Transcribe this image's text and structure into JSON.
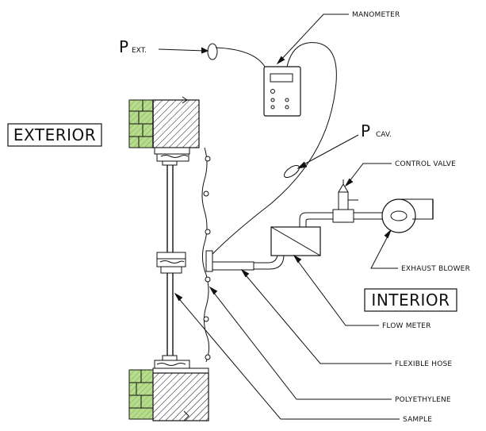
{
  "labels": {
    "exterior": "EXTERIOR",
    "interior": "INTERIOR",
    "p_ext": {
      "p": "P",
      "sub": "EXT."
    },
    "p_cav": {
      "p": "P",
      "sub": "CAV."
    },
    "manometer": "MANOMETER",
    "control_valve": "CONTROL VALVE",
    "exhaust_blower": "EXHAUST BLOWER",
    "flow_meter": "FLOW METER",
    "flexible_hose": "FLEXIBLE HOSE",
    "polyethylene": "POLYETHYLENE",
    "sample": "SAMPLE"
  },
  "colors": {
    "ink": "#111111",
    "insulation_green": "#b8dc8e",
    "brick_fill": "#ffffff"
  }
}
